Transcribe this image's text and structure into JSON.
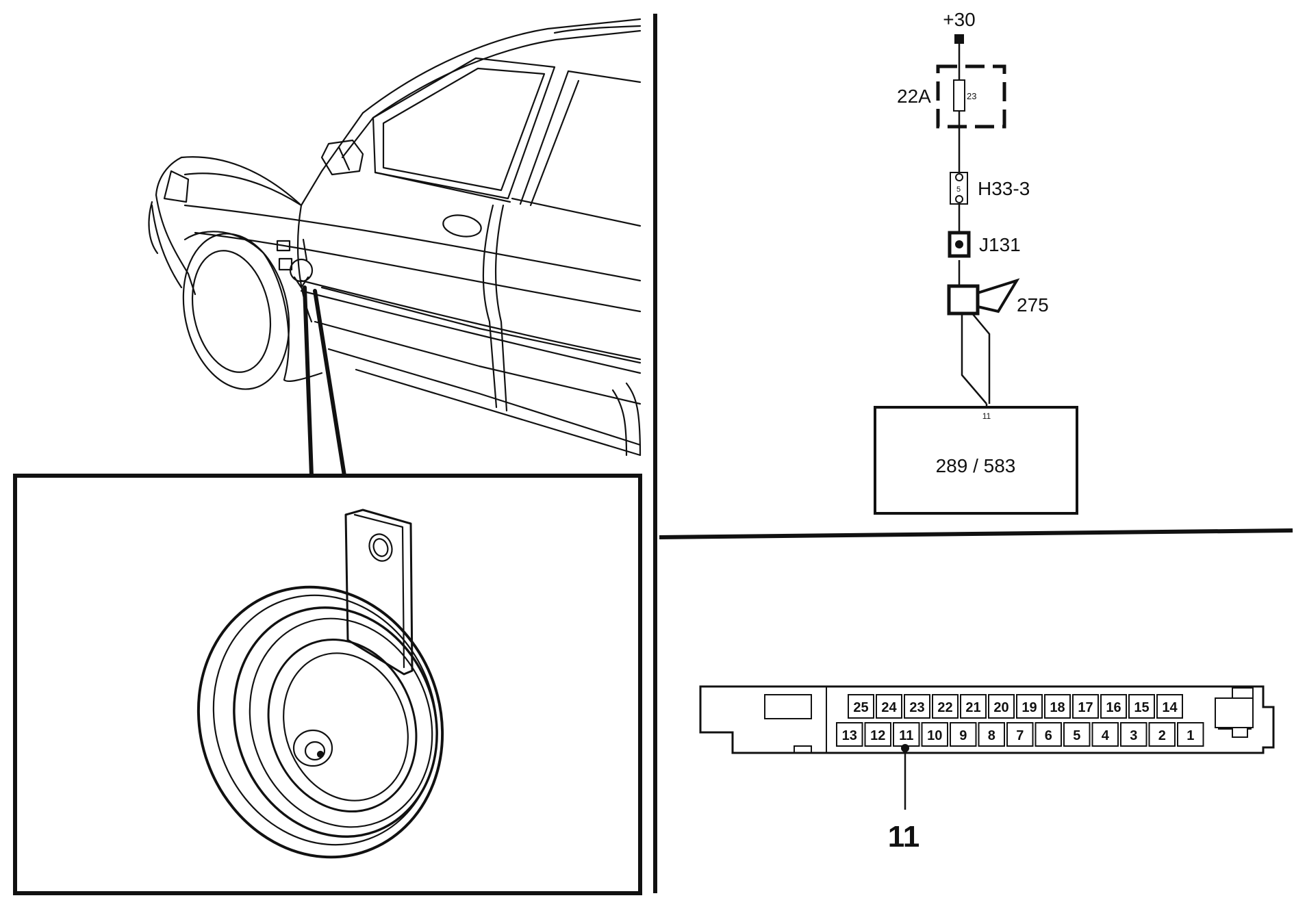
{
  "circuit": {
    "supply": "+30",
    "fuse_box": "22A",
    "fuse_number": "23",
    "connector": "H33-3",
    "connector_pin": "5",
    "junction": "J131",
    "horn": "275",
    "module_pin": "11",
    "module": "289 / 583"
  },
  "connector_block": {
    "top_row": [
      "25",
      "24",
      "23",
      "22",
      "21",
      "20",
      "19",
      "18",
      "17",
      "16",
      "15",
      "14"
    ],
    "bottom_row": [
      "13",
      "12",
      "11",
      "10",
      "9",
      "8",
      "7",
      "6",
      "5",
      "4",
      "3",
      "2",
      "1"
    ],
    "highlight_pin": "11"
  }
}
